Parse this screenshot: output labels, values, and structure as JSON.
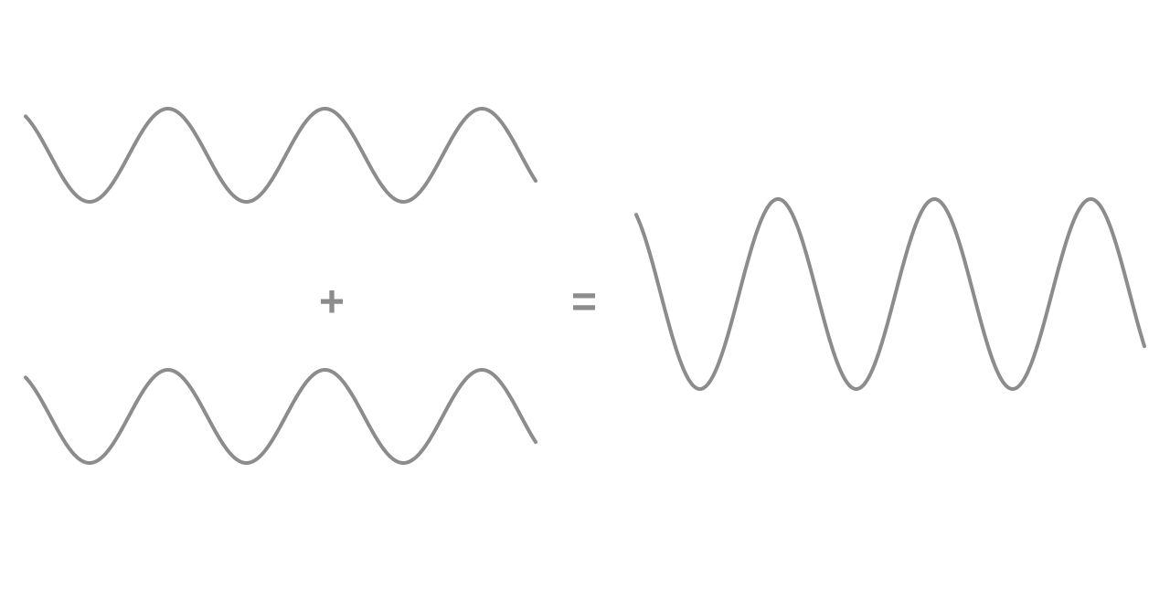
{
  "colors": {
    "stroke": "#8c8c8c",
    "background": "#ffffff"
  },
  "operators": {
    "plus": "+",
    "equals": "="
  },
  "waves": [
    {
      "id": "wave-a",
      "role": "input",
      "cycles": 3.25,
      "relative_amplitude": 1
    },
    {
      "id": "wave-b",
      "role": "input",
      "cycles": 3.25,
      "relative_amplitude": 1
    },
    {
      "id": "wave-sum",
      "role": "result",
      "cycles": 3.25,
      "relative_amplitude": 2
    }
  ]
}
